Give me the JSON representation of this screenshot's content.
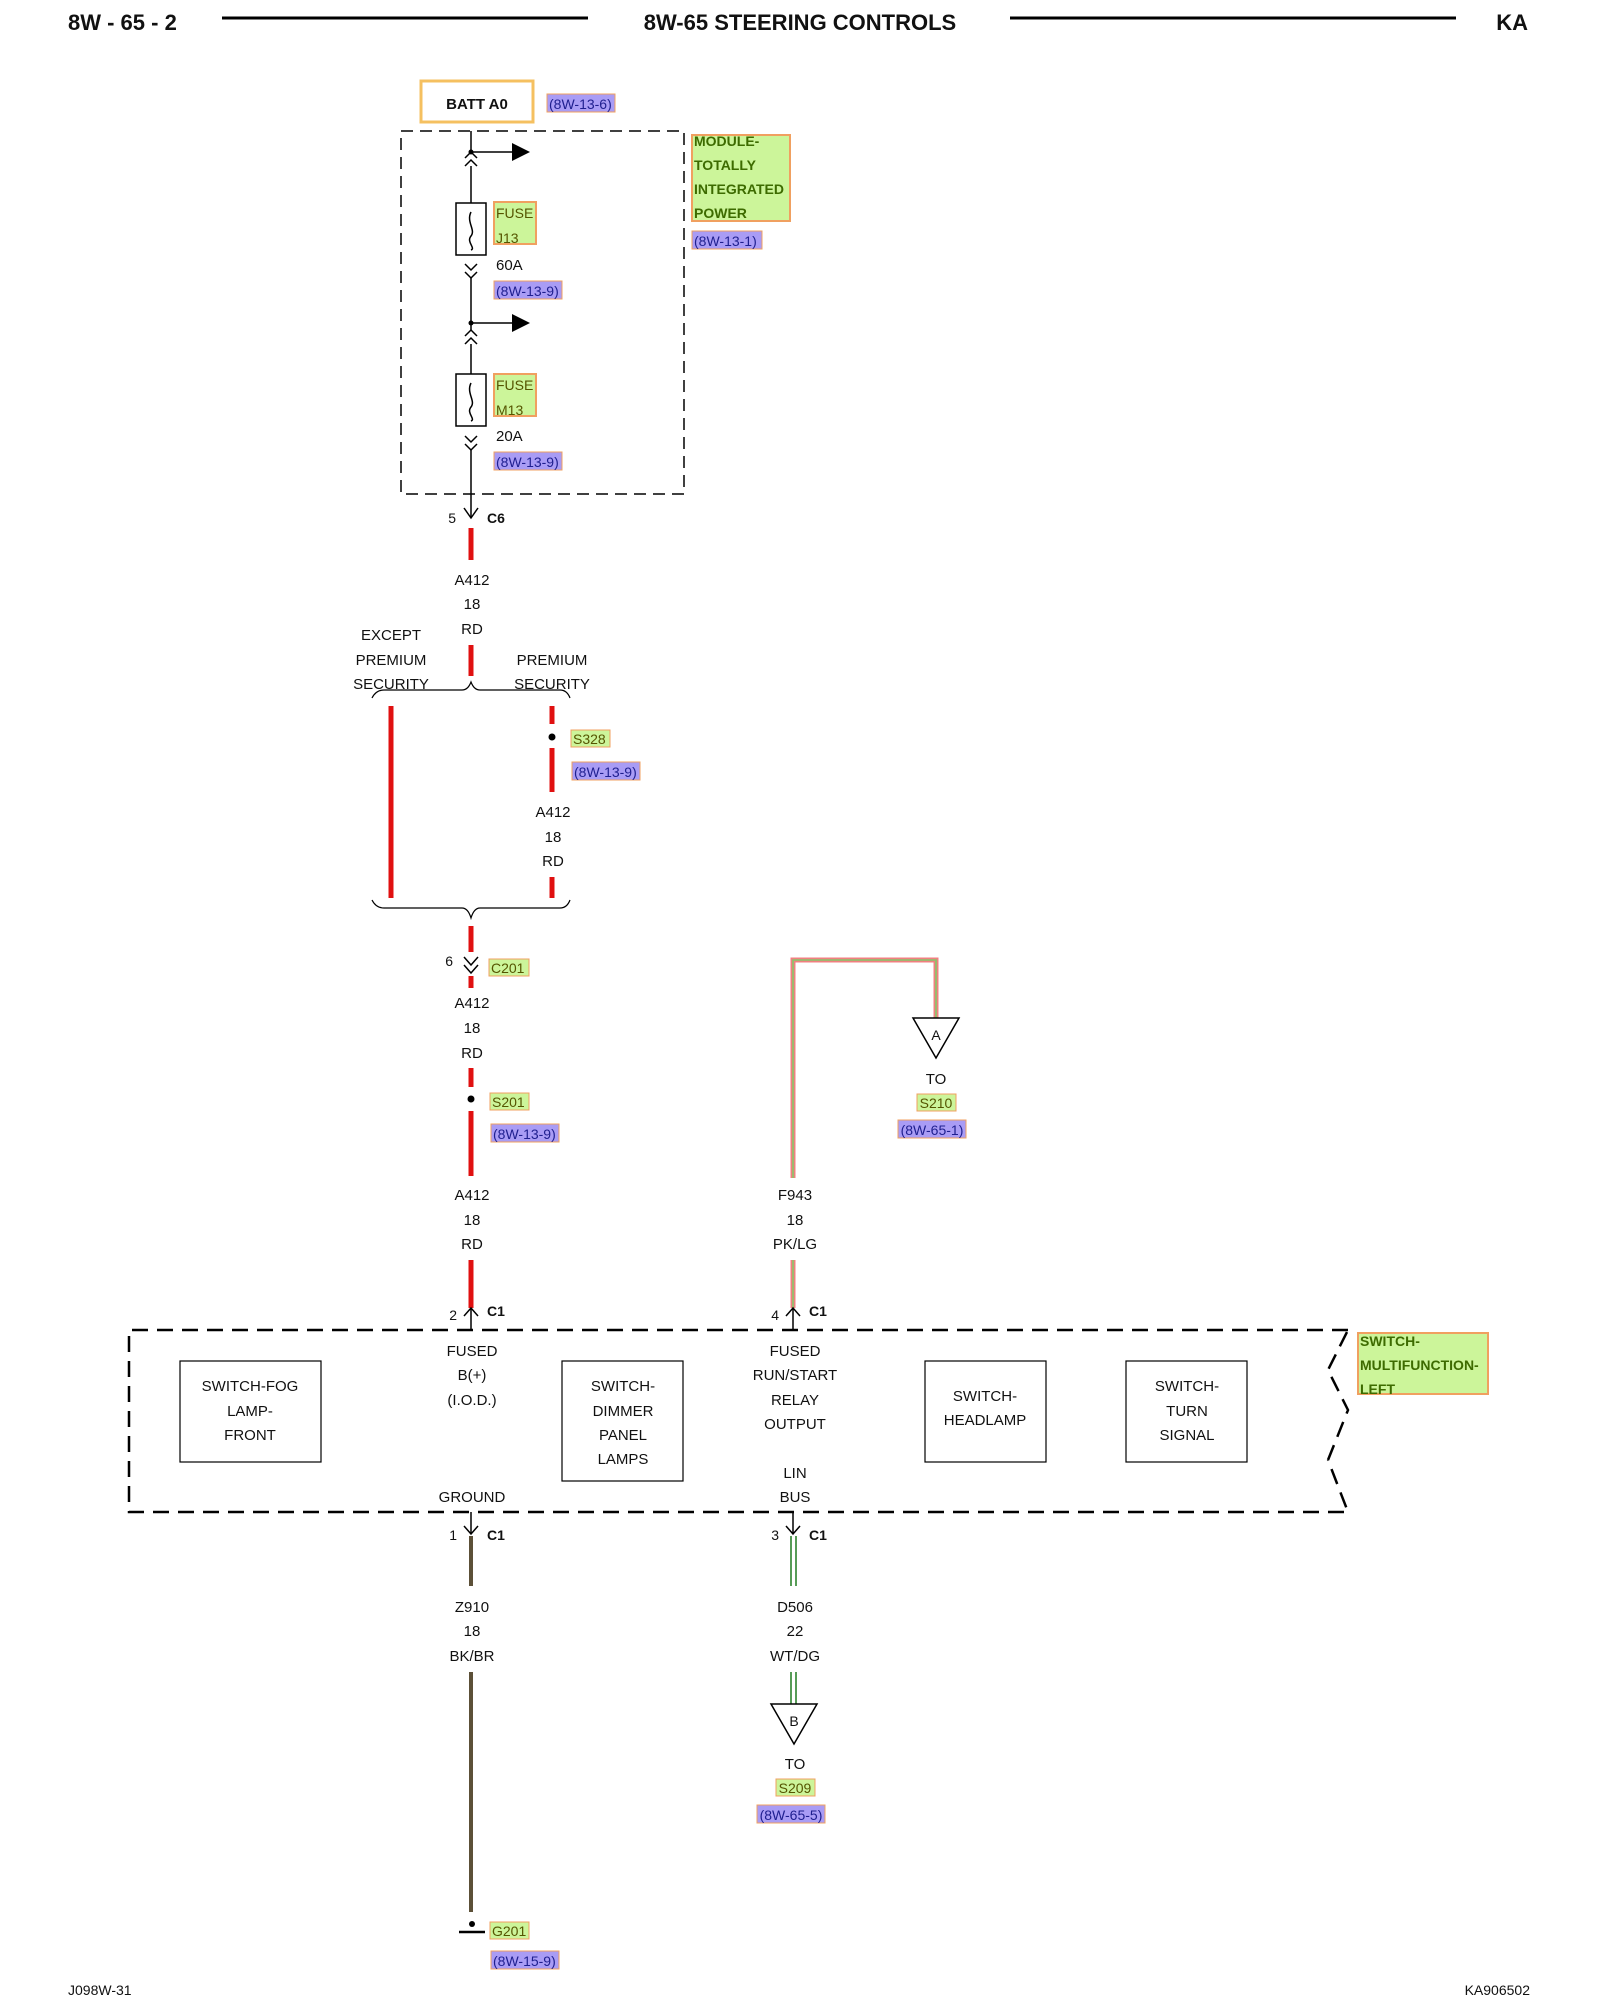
{
  "header": {
    "page_number": "8W - 65 - 2",
    "title": "8W-65 STEERING CONTROLS",
    "model": "KA"
  },
  "footer": {
    "left_code": "J098W-31",
    "right_code": "KA906502"
  },
  "batt": {
    "label": "BATT A0",
    "ref": "(8W-13-6)"
  },
  "module": {
    "name_lines": [
      "MODULE-",
      "TOTALLY",
      "INTEGRATED",
      "POWER"
    ],
    "ref": "(8W-13-1)"
  },
  "fuses": [
    {
      "name": "FUSE",
      "id": "J13",
      "rating": "60A",
      "ref": "(8W-13-9)"
    },
    {
      "name": "FUSE",
      "id": "M13",
      "rating": "20A",
      "ref": "(8W-13-9)"
    }
  ],
  "connectors": {
    "c6": {
      "pin": "5",
      "name": "C6"
    },
    "c201": {
      "pin": "6",
      "name": "C201"
    },
    "c1_pin2": {
      "pin": "2",
      "name": "C1"
    },
    "c1_pin4": {
      "pin": "4",
      "name": "C1"
    },
    "c1_pin1": {
      "pin": "1",
      "name": "C1"
    },
    "c1_pin3": {
      "pin": "3",
      "name": "C1"
    }
  },
  "wires": {
    "a412_top": [
      "A412",
      "18",
      "RD"
    ],
    "a412_premium": [
      "A412",
      "18",
      "RD"
    ],
    "a412_mid": [
      "A412",
      "18",
      "RD"
    ],
    "a412_bottom": [
      "A412",
      "18",
      "RD"
    ],
    "f943": [
      "F943",
      "18",
      "PK/LG"
    ],
    "z910": [
      "Z910",
      "18",
      "BK/BR"
    ],
    "d506": [
      "D506",
      "22",
      "WT/DG"
    ]
  },
  "branches": {
    "except": [
      "EXCEPT",
      "PREMIUM",
      "SECURITY"
    ],
    "premium": [
      "PREMIUM",
      "SECURITY"
    ]
  },
  "splices": {
    "s328": {
      "name": "S328",
      "ref": "(8W-13-9)"
    },
    "s201": {
      "name": "S201",
      "ref": "(8W-13-9)"
    }
  },
  "offpage": {
    "a": {
      "letter": "A",
      "to": "TO",
      "name": "S210",
      "ref": "(8W-65-1)"
    },
    "b": {
      "letter": "B",
      "to": "TO",
      "name": "S209",
      "ref": "(8W-65-5)"
    }
  },
  "ground": {
    "name": "G201",
    "ref": "(8W-15-9)"
  },
  "switch": {
    "name_lines": [
      "SWITCH-",
      "MULTIFUNCTION-",
      "LEFT"
    ],
    "fused_bplus": [
      "FUSED",
      "B(+)",
      "(I.O.D.)"
    ],
    "fused_run": [
      "FUSED",
      "RUN/START",
      "RELAY",
      "OUTPUT"
    ],
    "lin_bus": [
      "LIN",
      "BUS"
    ],
    "ground_label": "GROUND",
    "boxes": [
      {
        "lines": [
          "SWITCH-FOG",
          "LAMP-",
          "FRONT"
        ]
      },
      {
        "lines": [
          "SWITCH-",
          "DIMMER",
          "PANEL",
          "LAMPS"
        ]
      },
      {
        "lines": [
          "SWITCH-",
          "HEADLAMP"
        ]
      },
      {
        "lines": [
          "SWITCH-",
          "TURN",
          "SIGNAL"
        ]
      }
    ]
  },
  "colors": {
    "wire_red": "#e01010",
    "wire_pink": "#f08080",
    "wire_lightgreen": "#86c86a",
    "wire_brown": "#5c5038",
    "wire_darkgreen": "#1f7a1f",
    "highlight_green": "#ccf59a",
    "highlight_blue": "#a99cf5",
    "highlight_border": "#f0a060",
    "batt_border": "#f5c060"
  }
}
